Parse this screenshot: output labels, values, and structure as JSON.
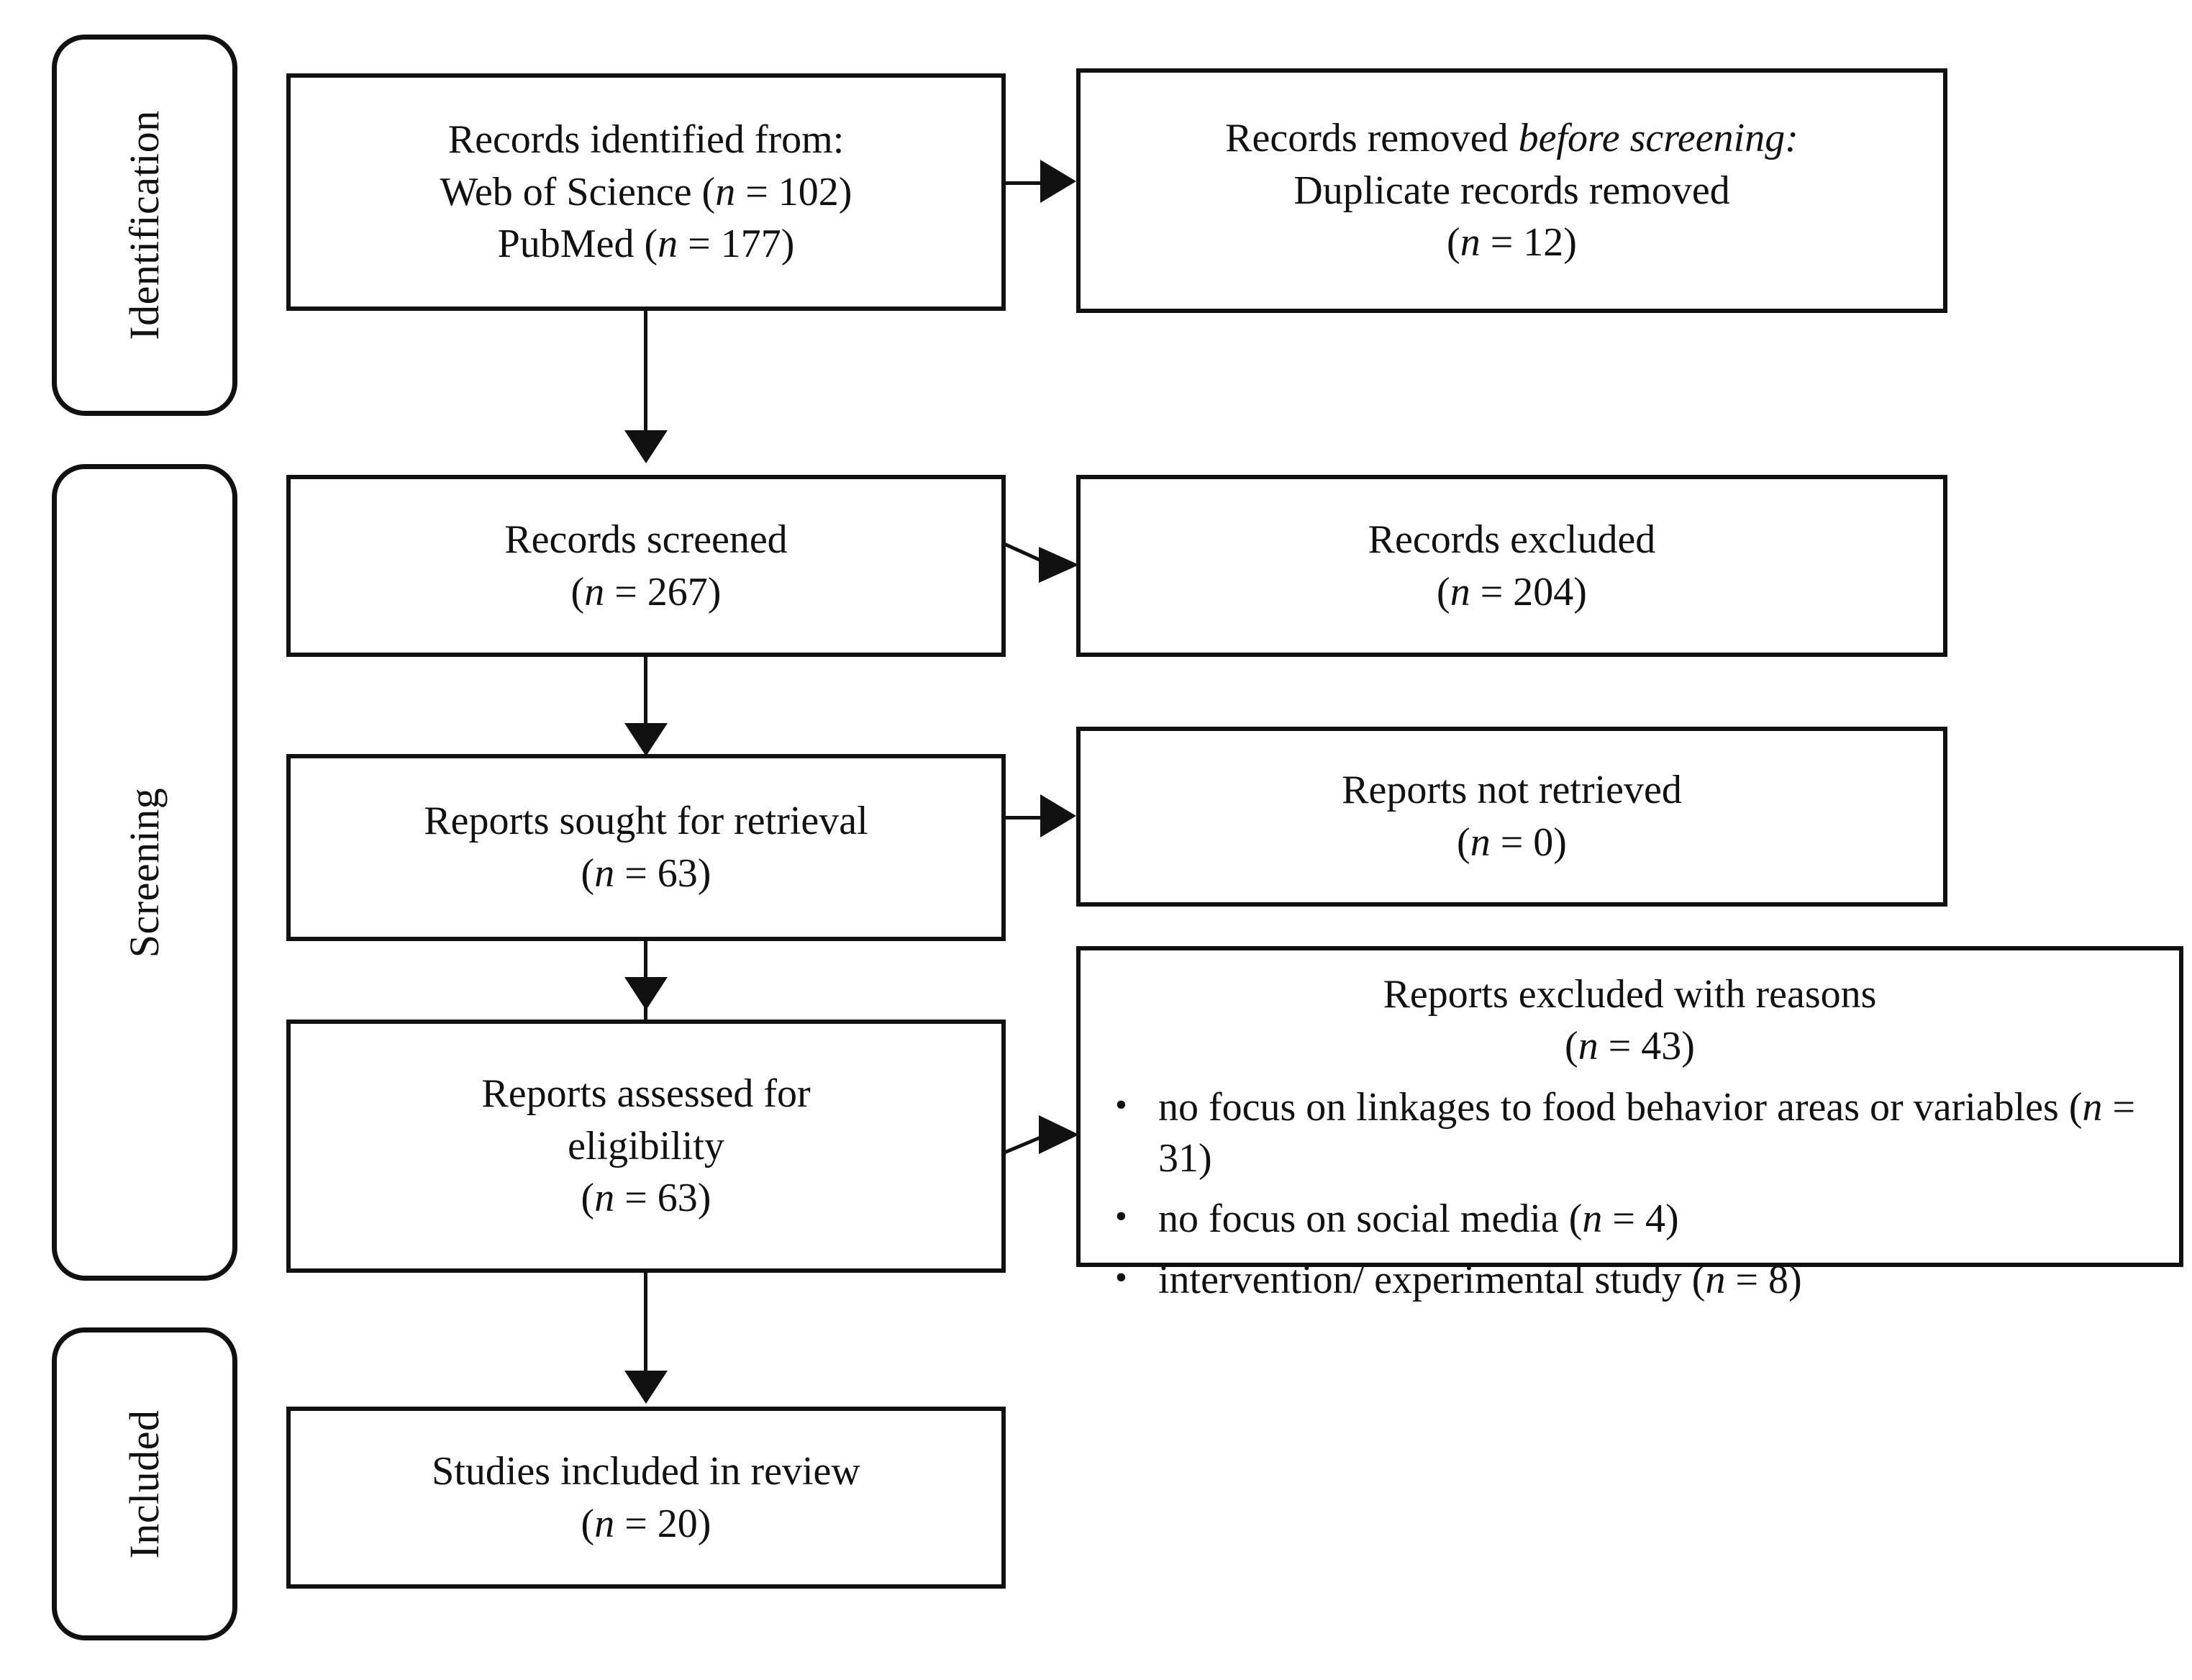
{
  "diagram": {
    "title": "PRISMA 2020 flow diagram",
    "stages": [
      {
        "id": "identification",
        "label": "Identification"
      },
      {
        "id": "screening",
        "label": "Screening"
      },
      {
        "id": "included",
        "label": "Included"
      }
    ],
    "boxes": {
      "records_identified": {
        "lines": [
          "Records identified from:",
          "Web of Science (n = 102)",
          "PubMed (n = 177)"
        ]
      },
      "records_removed": {
        "lines": [
          "Records removed before screening:",
          "Duplicate records removed",
          "(n = 12)"
        ]
      },
      "records_screened": {
        "lines": [
          "Records screened",
          "(n = 267)"
        ]
      },
      "records_excluded": {
        "lines": [
          "Records excluded",
          "(n = 204)"
        ]
      },
      "reports_sought": {
        "lines": [
          "Reports sought for retrieval",
          "(n = 63)"
        ]
      },
      "reports_not_retrieved": {
        "lines": [
          "Reports not retrieved",
          "(n = 0)"
        ]
      },
      "reports_assessed": {
        "lines": [
          "Reports assessed for",
          "eligibility",
          "(n = 63)"
        ]
      },
      "reports_excluded_reasons": {
        "heading_line_1": "Reports excluded with reasons",
        "heading_line_2": "(n = 43)",
        "bullet_glyph": "•",
        "items": [
          "no focus on linkages to food behavior areas or variables (n = 31)",
          "no focus on social media (n = 4)",
          "intervention/ experimental study (n = 8)"
        ]
      },
      "studies_included": {
        "lines": [
          "Studies included in review",
          "(n = 20)"
        ]
      }
    },
    "counts": {
      "web_of_science": 102,
      "pubmed": 177,
      "duplicates_removed": 12,
      "records_screened": 267,
      "records_excluded": 204,
      "reports_sought": 63,
      "reports_not_retrieved": 0,
      "reports_assessed": 63,
      "reports_excluded_total": 43,
      "excluded_no_linkage": 31,
      "excluded_no_social_media": 4,
      "excluded_intervention": 8,
      "studies_included": 20
    },
    "colors": {
      "stroke": "#111111",
      "background": "#ffffff",
      "text": "#111111"
    }
  }
}
